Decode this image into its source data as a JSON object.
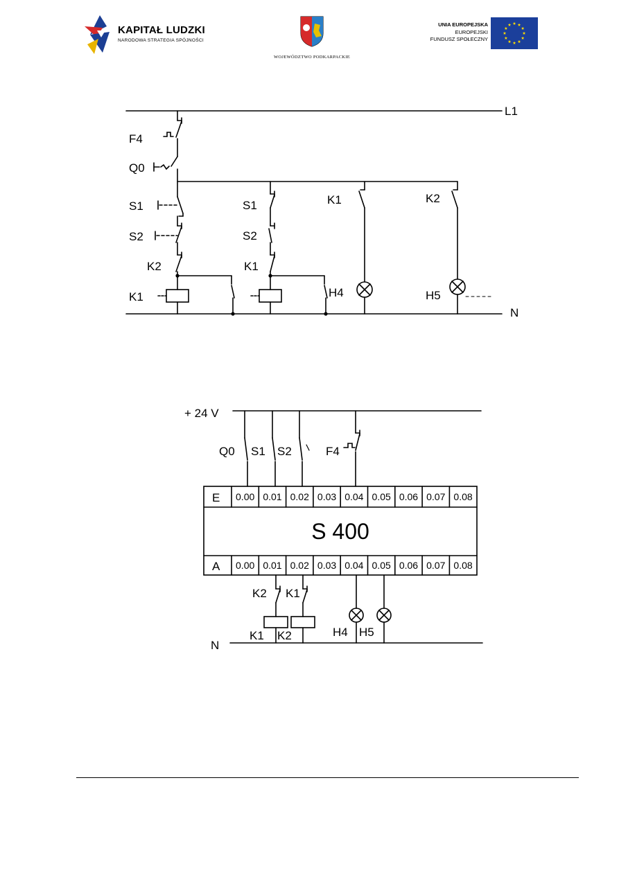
{
  "header": {
    "logo_left": {
      "title": "KAPITAŁ LUDZKI",
      "subtitle": "NARODOWA STRATEGIA SPÓJNOŚCI"
    },
    "logo_center": {
      "subtitle": "WOJEWÓDZTWO PODKARPACKIE"
    },
    "logo_right": {
      "line1": "UNIA EUROPEJSKA",
      "line2": "EUROPEJSKI",
      "line3": "FUNDUSZ SPOŁECZNY"
    }
  },
  "diagram1": {
    "l1": "L1",
    "n": "N",
    "f4": "F4",
    "q0": "Q0",
    "s1_left": "S1",
    "s2_left": "S2",
    "k2_left": "K2",
    "k1_coil": "K1",
    "s1_mid": "S1",
    "s2_mid": "S2",
    "k1_mid": "K1",
    "h4": "H4",
    "k1_right": "K1",
    "k2_right": "K2",
    "h5": "H5"
  },
  "diagram2": {
    "supply": "+ 24 V",
    "n": "N",
    "in_q0": "Q0",
    "in_s1": "S1",
    "in_s2": "S2",
    "in_f4": "F4",
    "plc_name": "S 400",
    "row_e": "E",
    "row_a": "A",
    "e_cells": [
      "0.00",
      "0.01",
      "0.02",
      "0.03",
      "0.04",
      "0.05",
      "0.06",
      "0.07",
      "0.08"
    ],
    "a_cells": [
      "0.00",
      "0.01",
      "0.02",
      "0.03",
      "0.04",
      "0.05",
      "0.06",
      "0.07",
      "0.08"
    ],
    "out_k2": "K2",
    "out_k1": "K1",
    "coil_k1": "K1",
    "coil_k2": "K2",
    "lamp_h4": "H4",
    "lamp_h5": "H5"
  },
  "colors": {
    "ink": "#000000",
    "eu_blue": "#1b3f9b",
    "eu_star": "#ffdd00",
    "kl_blue": "#1c3f94",
    "kl_red": "#d62a2a"
  }
}
